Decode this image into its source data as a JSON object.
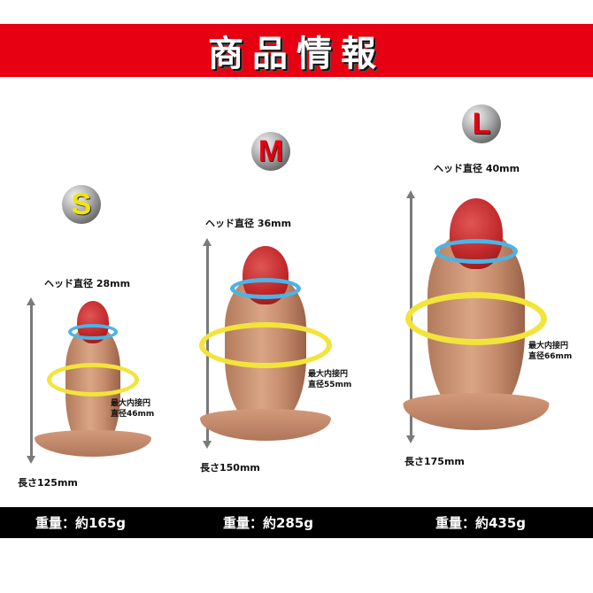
{
  "header": {
    "title": "商品情報",
    "color": "#e60012"
  },
  "sizes": [
    {
      "badge": "S",
      "badge_color": "#f2e600",
      "head_diameter": "ヘッド直径 28mm",
      "max_inscribed_line1": "最大内接円",
      "max_inscribed_line2": "直径46mm",
      "length": "長さ125mm",
      "weight": "重量：約165g"
    },
    {
      "badge": "M",
      "badge_color": "#e60012",
      "head_diameter": "ヘッド直径 36mm",
      "max_inscribed_line1": "最大内接円",
      "max_inscribed_line2": "直径55mm",
      "length": "長さ150mm",
      "weight": "重量：約285g"
    },
    {
      "badge": "L",
      "badge_color": "#e60012",
      "head_diameter": "ヘッド直径 40mm",
      "max_inscribed_line1": "最大内接円",
      "max_inscribed_line2": "直径66mm",
      "length": "長さ175mm",
      "weight": "重量：約435g"
    }
  ],
  "colors": {
    "ring_head": "#4ab4e6",
    "ring_body": "#f2e43a",
    "weight_bar": "#000000"
  }
}
